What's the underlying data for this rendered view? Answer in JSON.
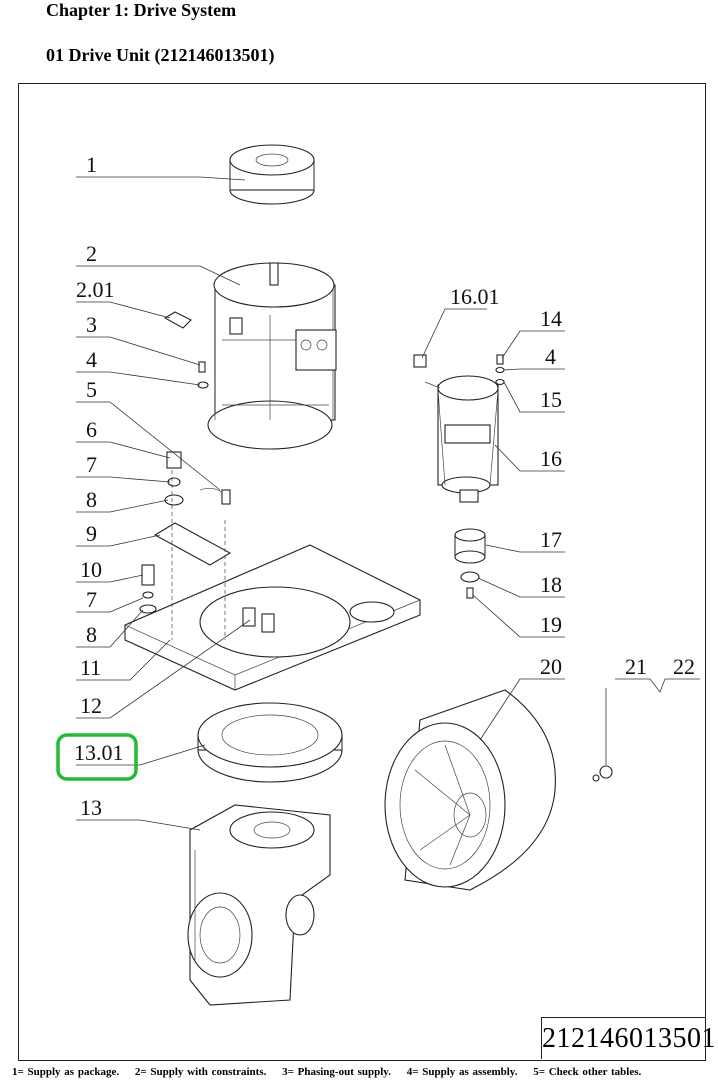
{
  "header": {
    "chapter": "Chapter 1:  Drive System",
    "section": "01 Drive Unit (212146013501)"
  },
  "drawing": {
    "part_number": "212146013501",
    "callouts": {
      "c1": "1",
      "c2": "2",
      "c201": "2.01",
      "c3": "3",
      "c4a": "4",
      "c5": "5",
      "c6": "6",
      "c7a": "7",
      "c8a": "8",
      "c9": "9",
      "c10": "10",
      "c7b": "7",
      "c8b": "8",
      "c11": "11",
      "c12": "12",
      "c1301": "13.01",
      "c13": "13",
      "c1601": "16.01",
      "c14": "14",
      "c4b": "4",
      "c15": "15",
      "c16": "16",
      "c17": "17",
      "c18": "18",
      "c19": "19",
      "c20": "20",
      "c21": "21",
      "c22": "22"
    },
    "highlight_color": "#22bb33"
  },
  "legend": {
    "l1": "1= Supply as package.",
    "l2": "2= Supply with constraints.",
    "l3": "3= Phasing-out supply.",
    "l4": "4= Supply as assembly.",
    "l5": "5= Check other tables."
  }
}
